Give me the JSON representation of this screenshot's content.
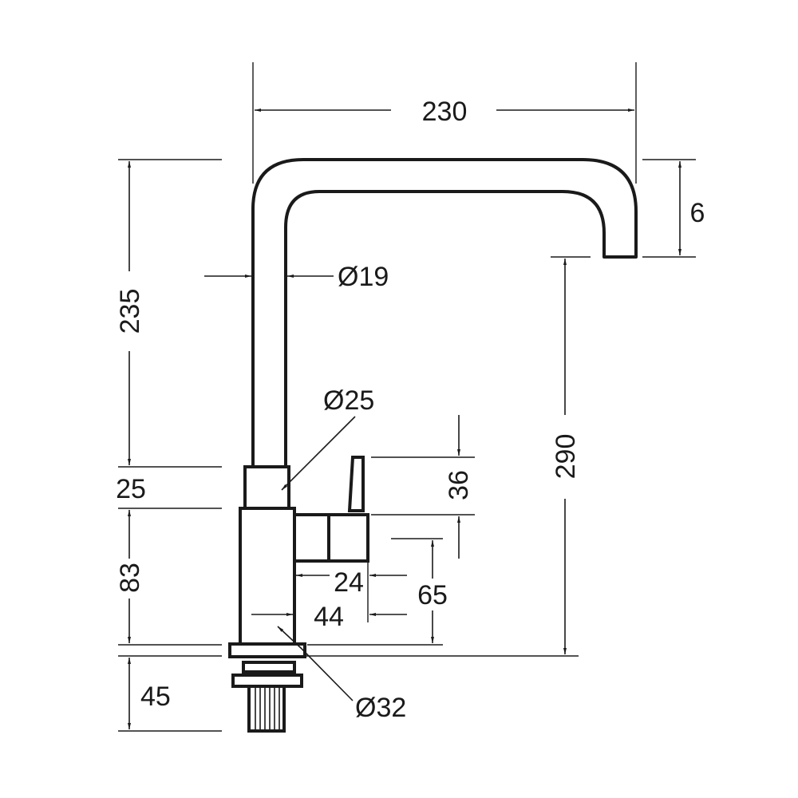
{
  "drawing": {
    "dimensions": {
      "overall_width": "230",
      "spout_tip_drop": "6",
      "spout_diameter": "Ø19",
      "upper_height": "235",
      "body_diameter": "Ø25",
      "collar_height": "25",
      "lever_height": "36",
      "outlet_height": "290",
      "body_height": "83",
      "handle_offset": "24",
      "handle_height": "65",
      "handle_reach": "44",
      "base_diameter": "Ø32",
      "shank_height": "45"
    }
  }
}
